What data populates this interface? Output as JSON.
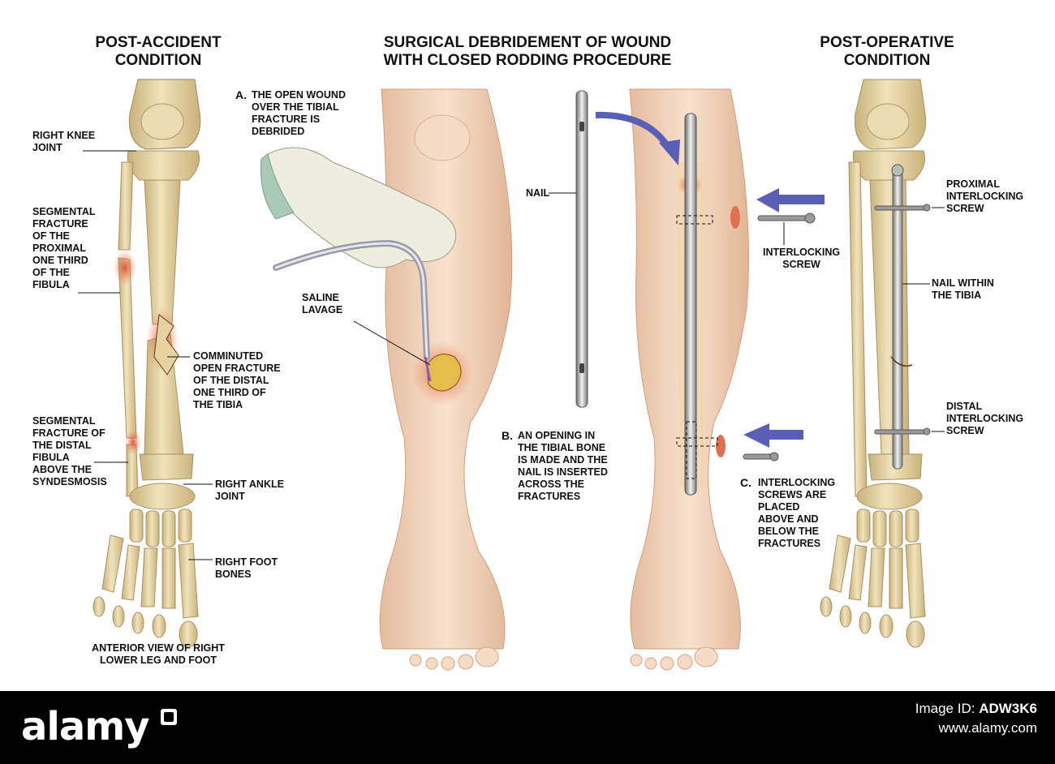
{
  "titles": {
    "left": "POST-ACCIDENT CONDITION",
    "left_l1": "POST-ACCIDENT",
    "left_l2": "CONDITION",
    "center_l1": "SURGICAL DEBRIDEMENT OF WOUND",
    "center_l2": "WITH CLOSED RODDING PROCEDURE",
    "right_l1": "POST-OPERATIVE",
    "right_l2": "CONDITION"
  },
  "left_labels": {
    "knee": [
      "RIGHT KNEE",
      "JOINT"
    ],
    "prox_fib": [
      "SEGMENTAL",
      "FRACTURE",
      "OF THE",
      "PROXIMAL",
      "ONE THIRD",
      "OF THE",
      "FIBULA"
    ],
    "tibia_frac": [
      "COMMINUTED",
      "OPEN FRACTURE",
      "OF THE DISTAL",
      "ONE THIRD OF",
      "THE TIBIA"
    ],
    "dist_fib": [
      "SEGMENTAL",
      "FRACTURE OF",
      "THE DISTAL",
      "FIBULA",
      "ABOVE THE",
      "SYNDESMOSIS"
    ],
    "ankle": [
      "RIGHT ANKLE",
      "JOINT"
    ],
    "foot": [
      "RIGHT FOOT",
      "BONES"
    ],
    "caption": [
      "ANTERIOR VIEW OF RIGHT",
      "LOWER LEG AND FOOT"
    ]
  },
  "center_labels": {
    "step_a_letter": "A.",
    "step_a": [
      "THE OPEN WOUND",
      "OVER THE TIBIAL",
      "FRACTURE IS",
      "DEBRIDED"
    ],
    "saline": [
      "SALINE",
      "LAVAGE"
    ],
    "nail": "NAIL",
    "step_b_letter": "B.",
    "step_b": [
      "AN OPENING IN",
      "THE TIBIAL BONE",
      "IS MADE AND THE",
      "NAIL IS INSERTED",
      "ACROSS THE",
      "FRACTURES"
    ],
    "interlocking_screw": [
      "INTERLOCKING",
      "SCREW"
    ],
    "step_c_letter": "C.",
    "step_c": [
      "INTERLOCKING",
      "SCREWS ARE",
      "PLACED",
      "ABOVE AND",
      "BELOW THE",
      "FRACTURES"
    ]
  },
  "right_labels": {
    "prox_screw": [
      "PROXIMAL",
      "INTERLOCKING",
      "SCREW"
    ],
    "nail_tibia": [
      "NAIL WITHIN",
      "THE TIBIA"
    ],
    "dist_screw": [
      "DISTAL",
      "INTERLOCKING",
      "SCREW"
    ]
  },
  "footer": {
    "logo": "alamy",
    "image_id_label": "Image ID:",
    "image_id": "ADW3K6",
    "site": "www.alamy.com"
  },
  "colors": {
    "bone": "#e9d7a9",
    "bone_shade": "#c9b27c",
    "skin": "#f4d8c0",
    "skin_shade": "#e2b99b",
    "injury": "#e0603a",
    "arrow_blue": "#5a5fb6",
    "nail_metal": "#9a9a9a"
  }
}
